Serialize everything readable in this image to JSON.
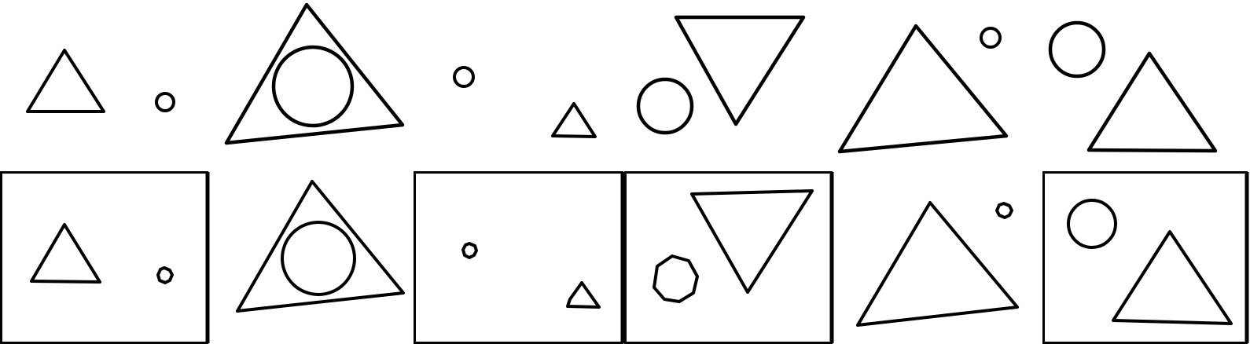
{
  "palette": {
    "stroke": "#000000",
    "background": "#ffffff"
  },
  "top_row": {
    "panels": [
      {
        "shapes": [
          "triangle",
          "small-circle"
        ]
      },
      {
        "shapes": [
          "large-triangle",
          "circle-inside-triangle"
        ]
      },
      {
        "shapes": [
          "small-circle",
          "small-triangle"
        ]
      },
      {
        "shapes": [
          "circle",
          "inverted-triangle"
        ]
      },
      {
        "shapes": [
          "large-triangle",
          "small-circle"
        ]
      },
      {
        "shapes": [
          "circle",
          "triangle"
        ]
      }
    ]
  },
  "bottom_row": {
    "panels": [
      {
        "framed": true,
        "shapes": [
          "triangle",
          "small-octagon"
        ]
      },
      {
        "framed": false,
        "shapes": [
          "large-triangle",
          "circle-inside-triangle"
        ]
      },
      {
        "framed": true,
        "shapes": [
          "small-octagon",
          "small-triangle"
        ]
      },
      {
        "framed": true,
        "shapes": [
          "octagon",
          "inverted-triangle"
        ]
      },
      {
        "framed": false,
        "shapes": [
          "large-triangle",
          "small-octagon"
        ]
      },
      {
        "framed": true,
        "shapes": [
          "circle",
          "triangle"
        ]
      }
    ]
  }
}
